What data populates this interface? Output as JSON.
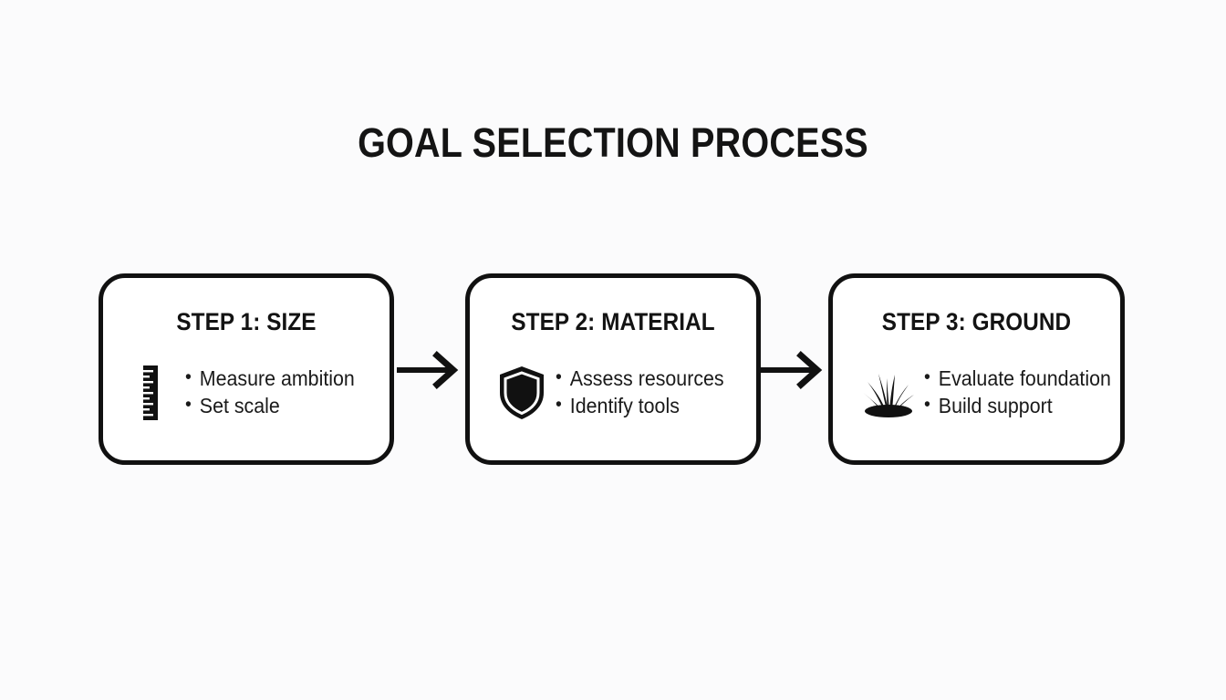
{
  "title": "GOAL SELECTION PROCESS",
  "colors": {
    "background": "#fbfbfc",
    "box_fill": "#ffffff",
    "stroke": "#111111",
    "text": "#141414"
  },
  "steps": [
    {
      "heading": "STEP 1: SIZE",
      "icon": "ruler-icon",
      "bullets": [
        "Measure ambition",
        "Set scale"
      ]
    },
    {
      "heading": "STEP 2: MATERIAL",
      "icon": "shield-icon",
      "bullets": [
        "Assess resources",
        "Identify tools"
      ]
    },
    {
      "heading": "STEP 3: GROUND",
      "icon": "grass-icon",
      "bullets": [
        "Evaluate foundation",
        "Build support"
      ]
    }
  ],
  "connectors": [
    {
      "name": "arrow-step1-to-step2",
      "direction": "right"
    },
    {
      "name": "arrow-step2-to-step3",
      "direction": "right"
    }
  ]
}
